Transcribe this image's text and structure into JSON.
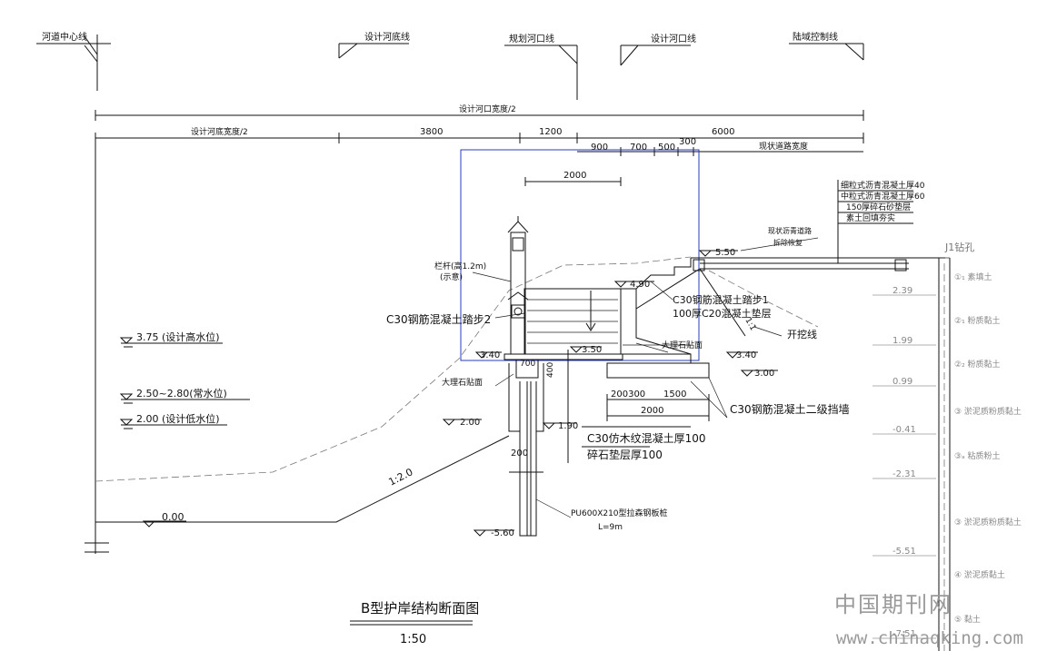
{
  "control_lines": {
    "river_center": "河道中心线",
    "design_bottom": "设计河底线",
    "planned_mouth": "规划河口线",
    "design_mouth": "设计河口线",
    "land_control": "陆域控制线"
  },
  "dimensions": {
    "mouth_width_half": "设计河口宽度/2",
    "bottom_width_half": "设计河底宽度/2",
    "d3800": "3800",
    "d1200": "1200",
    "d6000": "6000",
    "d900": "900",
    "d700": "700",
    "d500": "500",
    "d300": "300",
    "existing_road_width": "现状道路宽度",
    "d2000a": "2000",
    "d700b": "700",
    "d400": "400",
    "d200300": "200300",
    "d1500": "1500",
    "d2000b": "2000",
    "d200": "200",
    "slope_ratio": "1:2.0",
    "slope_1_1": "1:1"
  },
  "pavement": {
    "layer1": "细粒式沥青混凝土厚40",
    "layer2": "中粒式沥青混凝土厚60",
    "layer3": "150厚碎石砂垫层",
    "layer4": "素土回填夯实",
    "existing_road": "现状沥青道路",
    "restore": "拆除恢复"
  },
  "elevations": {
    "e550": "5.50",
    "e490": "4.90",
    "e350": "3.50",
    "e340a": "3.40",
    "e340b": "3.40",
    "e300": "3.00",
    "e200": "2.00",
    "e190": "1.90",
    "e000": "0.00",
    "e_560": "-5.60"
  },
  "water_levels": {
    "high": "3.75 (设计高水位)",
    "normal": "2.50~2.80(常水位)",
    "low": "2.00 (设计低水位)"
  },
  "labels": {
    "railing": "栏杆(高1.2m)",
    "railing_note": "(示意)",
    "step2": "C30钢筋混凝土踏步2",
    "step1": "C30钢筋混凝土踏步1",
    "cushion": "100厚C20混凝土垫层",
    "excavation": "开挖线",
    "marble_top": "大理石贴面",
    "marble_side": "大理石贴面",
    "retaining": "C30钢筋混凝土二级挡墙",
    "wood_slab": "C30仿木纹混凝土厚100",
    "gravel": "碎石垫层厚100",
    "sheet_pile": "PU600X210型拉森钢板桩",
    "pile_length": "L=9m"
  },
  "borehole": {
    "title": "J1钻孔",
    "levels": [
      "2.39",
      "1.99",
      "0.99",
      "-0.41",
      "-2.31",
      "-5.51",
      "-7.51"
    ],
    "layers": [
      "①₁ 素填土",
      "②₁ 粉质黏土",
      "②₂ 粉质黏土",
      "③ 淤泥质粉质黏土",
      "③ₐ 粘质粉土",
      "③ 淤泥质粉质黏土",
      "④ 淤泥质黏土",
      "⑤ 黏土"
    ]
  },
  "title": {
    "main": "B型护岸结构断面图",
    "scale": "1:50"
  },
  "watermark": {
    "cn": "中国期刊网",
    "url": "www.chinaqking.com"
  }
}
